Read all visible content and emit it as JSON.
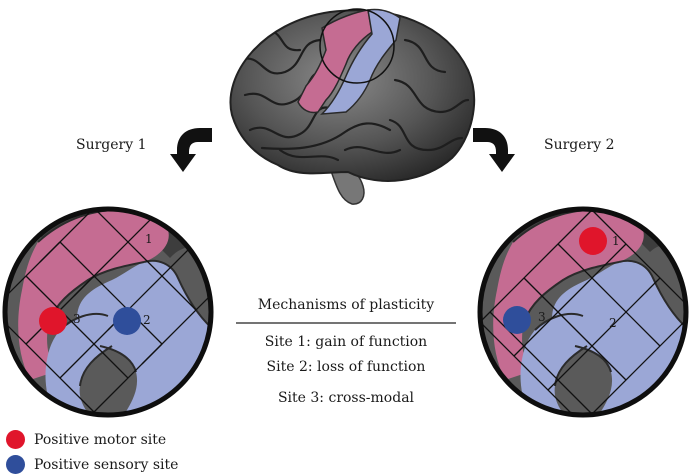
{
  "colors": {
    "motor": "#e0152b",
    "sensory": "#2f4e9b",
    "motor_cortex": "#c56c92",
    "sensory_cortex": "#9ba7d6",
    "brain_gray": "#5d5d5d"
  },
  "labels": {
    "surgery1": "Surgery 1",
    "surgery2": "Surgery 2"
  },
  "mechanisms": {
    "title": "Mechanisms of plasticity",
    "site1": "Site 1: gain of function",
    "site2": "Site 2: loss of function",
    "site3": "Site 3: cross-modal"
  },
  "grid1": {
    "n1": "1",
    "n2": "2",
    "n3": "3"
  },
  "grid2": {
    "n1": "1",
    "n2": "2",
    "n3": "3"
  },
  "legend": {
    "motor_label": "Positive motor site",
    "sensory_label": "Positive sensory site"
  }
}
